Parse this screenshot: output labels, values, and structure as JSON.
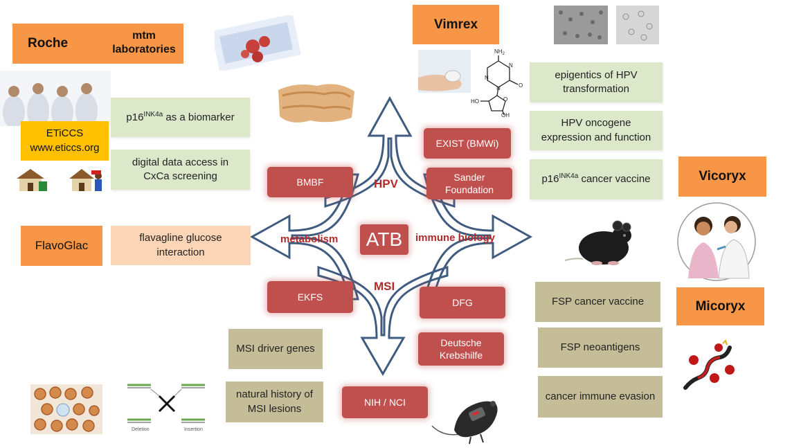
{
  "colors": {
    "orange": "#f79646",
    "green": "#dde8cb",
    "tan": "#c4bd97",
    "peach": "#fbd5b5",
    "red": "#c0504d",
    "yellow": "#ffc000",
    "arrow": "#3f5b80"
  },
  "center": {
    "label": "ATB",
    "axes": {
      "top": "HPV",
      "left": "metabolism",
      "right": "immune biology",
      "bottom": "MSI"
    }
  },
  "companies": {
    "roche": "Roche",
    "mtm": "mtm laboratories",
    "vimrex": "Vimrex",
    "vicoryx": "Vicoryx",
    "micoryx": "Micoryx",
    "flavoglac": "FlavoGlac"
  },
  "eticcs": {
    "line1": "ETiCCS",
    "line2": "www.eticcs.org"
  },
  "topics": {
    "p16_biomarker_pre": "p16",
    "p16_biomarker_sup": "INK4a",
    "p16_biomarker_post": " as a biomarker",
    "digital": "digital data access in CxCa screening",
    "flavagline": "flavagline glucose interaction",
    "epigenetics": "epigentics of HPV transformation",
    "oncogene": "HPV oncogene expression and function",
    "p16_vaccine_pre": "p16",
    "p16_vaccine_sup": "INK4a",
    "p16_vaccine_post": " cancer vaccine",
    "fsp_vaccine": "FSP cancer vaccine",
    "fsp_neoantigens": "FSP neoantigens",
    "immune_evasion": "cancer immune evasion",
    "msi_driver": "MSI driver genes",
    "msi_history": "natural history of MSI lesions"
  },
  "funders": {
    "bmbf": "BMBF",
    "exist": "EXIST (BMWi)",
    "sander": "Sander Foundation",
    "ekfs": "EKFS",
    "dfg": "DFG",
    "krebshilfe": "Deutsche Krebshilfe",
    "nih": "NIH / NCI"
  },
  "chem": {
    "nh2": "NH",
    "nh2_sub": "2",
    "n1": "N",
    "n2": "N",
    "n3": "N",
    "o_keto": "O",
    "o_ring": "O",
    "ho": "HO",
    "oh": "OH"
  },
  "dna_panel": {
    "left_caption": "Deletion",
    "right_caption": "Insertion"
  }
}
